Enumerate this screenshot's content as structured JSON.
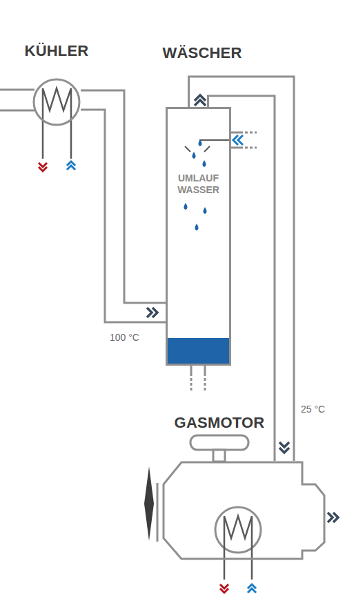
{
  "diagram": {
    "nodes": [
      {
        "text": [
          "KÜHLER"
        ]
      },
      {
        "text": [
          "WÄSCHER",
          "UMLAUF WASSER"
        ]
      },
      {
        "text": [
          "GASMOTOR"
        ]
      }
    ],
    "edges": [
      {
        "from": 0,
        "to": 1,
        "arrow": "to",
        "label": "100 °C"
      },
      {
        "from": 1,
        "to": 2,
        "arrow": "to",
        "label": "25 °C"
      }
    ]
  }
}
